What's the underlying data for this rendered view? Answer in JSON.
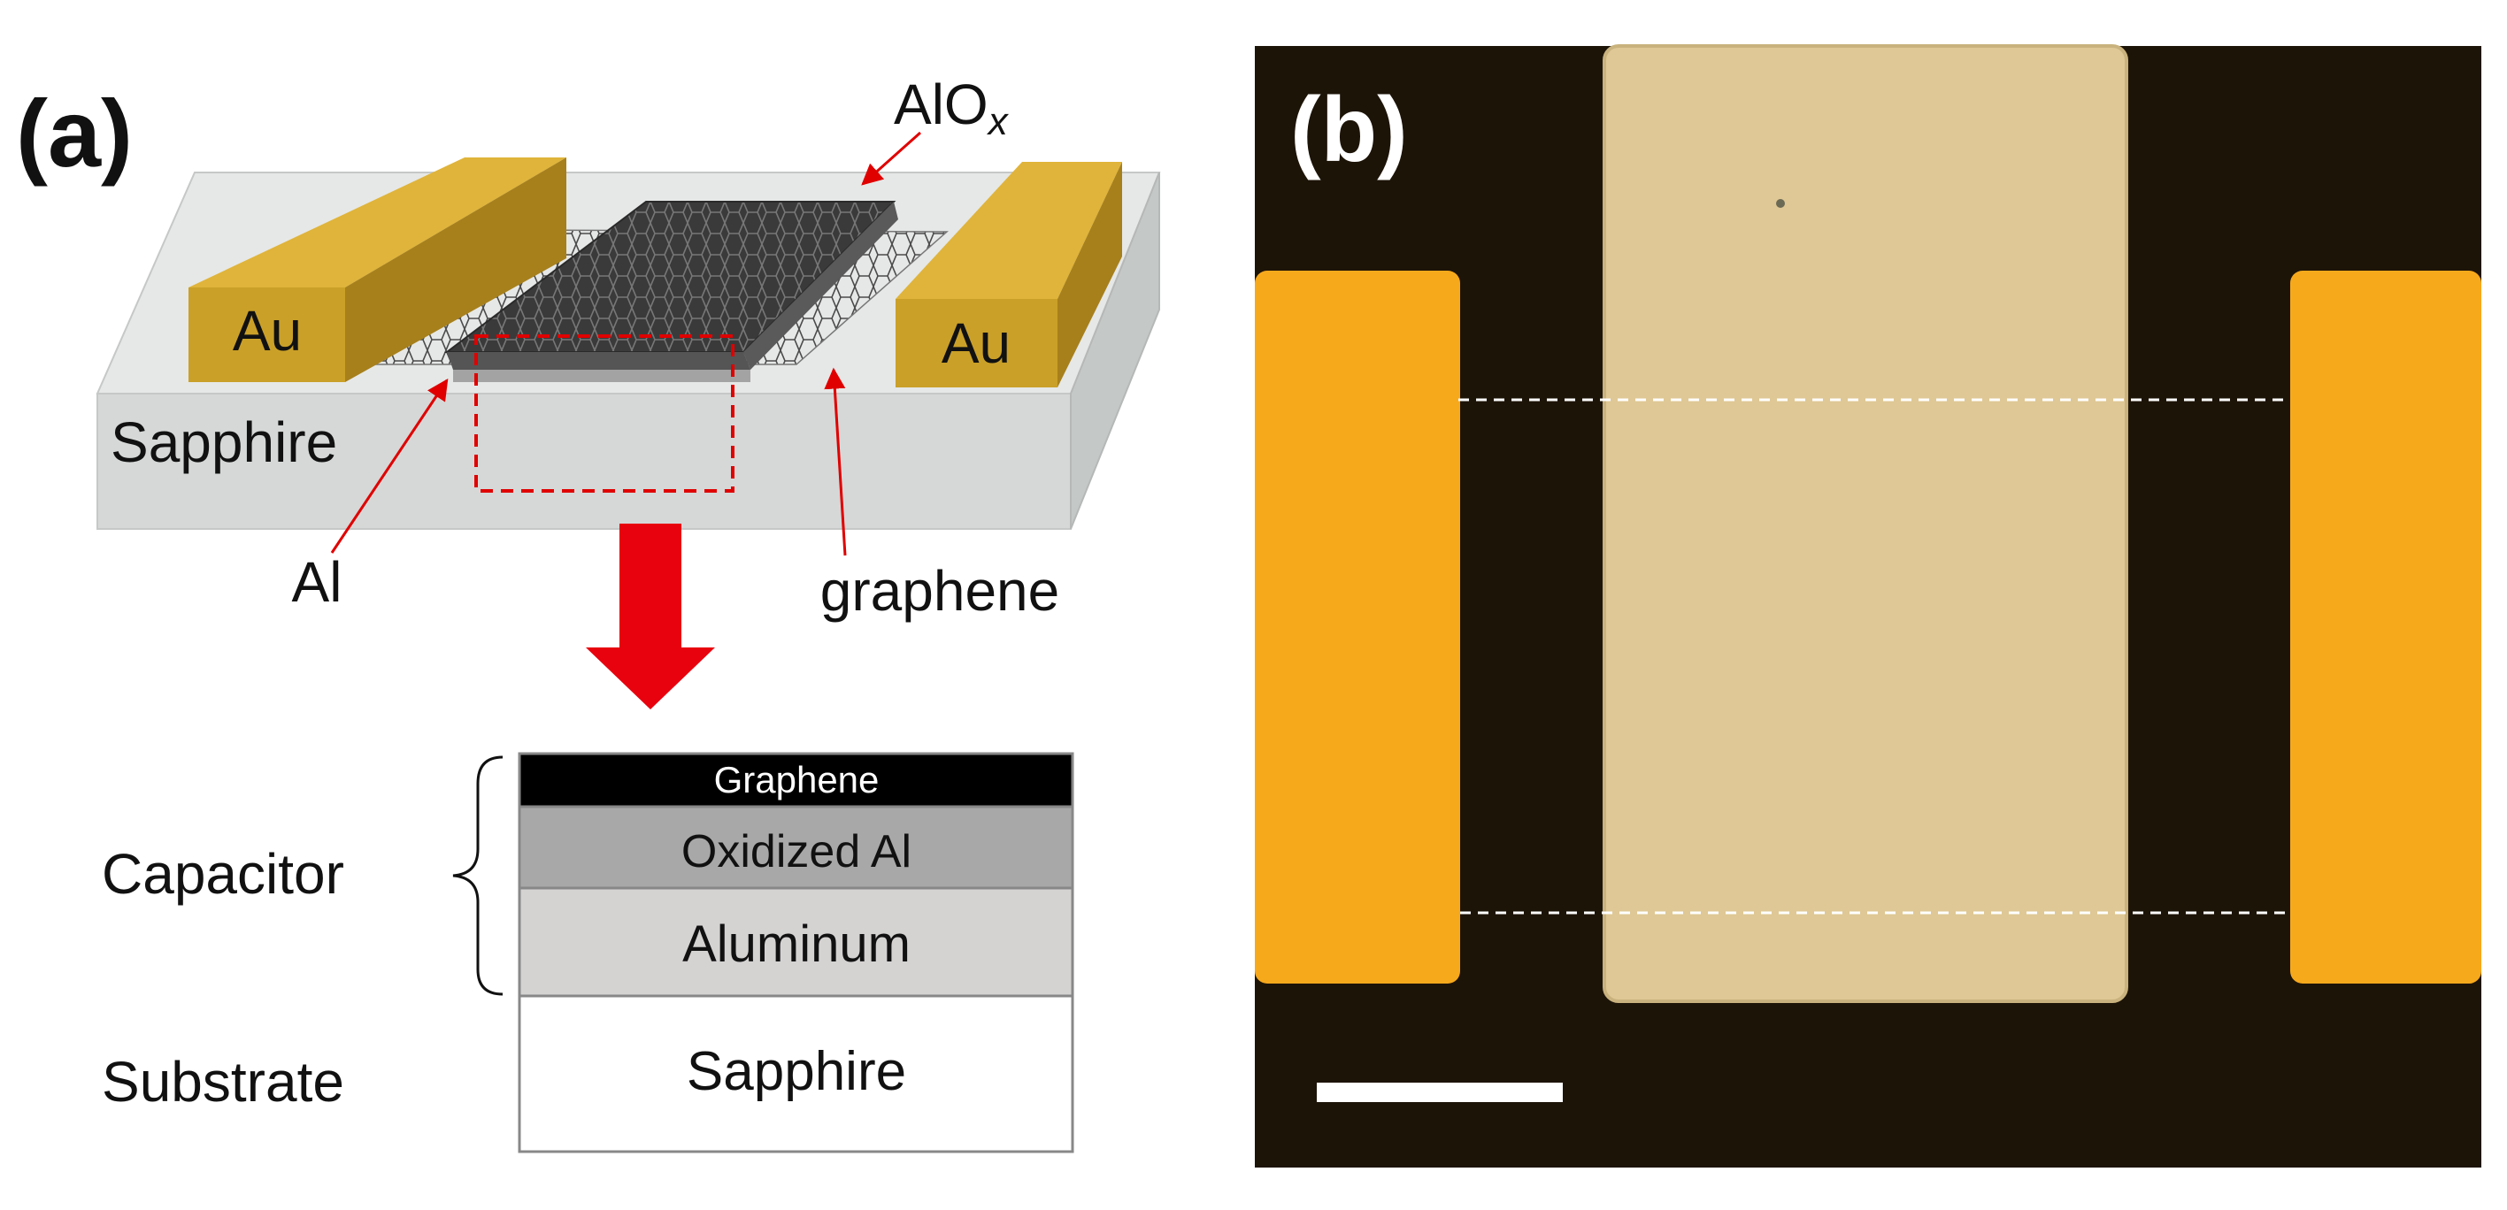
{
  "panel_a": {
    "label": "(a)",
    "device": {
      "au_left": "Au",
      "au_right": "Au",
      "sapphire": "Sapphire",
      "alox_main": "AlO",
      "alox_sub": "x",
      "al": "Al",
      "graphene": "graphene"
    },
    "stack": {
      "group_capacitor": "Capacitor",
      "group_substrate": "Substrate",
      "layers": [
        {
          "label": "Graphene",
          "fill": "#000000",
          "text_color": "#ffffff"
        },
        {
          "label": "Oxidized Al",
          "fill": "#a8a8a8",
          "text_color": "#111111"
        },
        {
          "label": "Aluminum",
          "fill": "#d5d2d2",
          "text_color": "#111111"
        },
        {
          "label": "Sapphire",
          "fill": "#ffffff",
          "text_color": "#111111"
        }
      ]
    },
    "colors": {
      "gold": "#c9a227",
      "annotation_red": "#e00000",
      "sapphire": "#d9dcdb",
      "alox": "#3a3a3a"
    }
  },
  "panel_b": {
    "label": "(b)",
    "colors": {
      "background": "#1d1408",
      "gold_pad": "#f7a91c",
      "center_strip": "#dfc895",
      "scale_bar": "#ffffff"
    }
  }
}
